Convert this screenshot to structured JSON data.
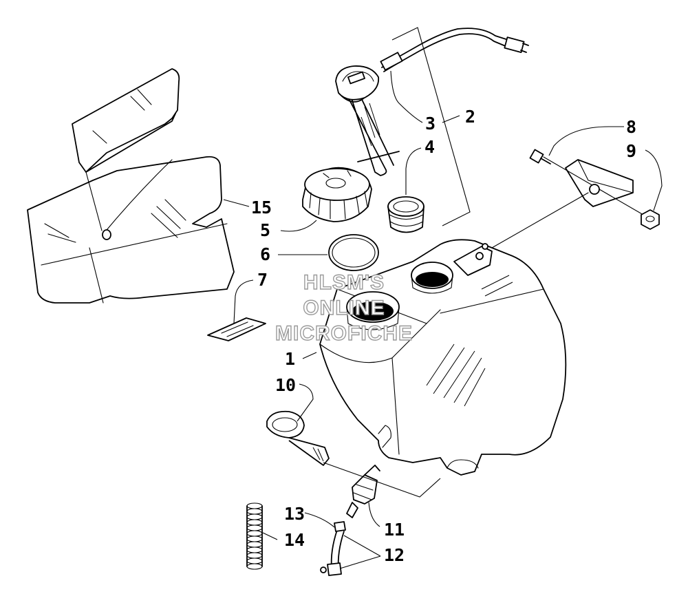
{
  "diagram": {
    "callouts": [
      {
        "id": "1",
        "part": "fuel-tank"
      },
      {
        "id": "2",
        "part": "fuel-gauge-assembly"
      },
      {
        "id": "3",
        "part": "gauge-sender"
      },
      {
        "id": "4",
        "part": "grommet"
      },
      {
        "id": "5",
        "part": "fuel-cap"
      },
      {
        "id": "6",
        "part": "o-ring"
      },
      {
        "id": "7",
        "part": "decal"
      },
      {
        "id": "8",
        "part": "cap-screw"
      },
      {
        "id": "9",
        "part": "lock-nut"
      },
      {
        "id": "10",
        "part": "strap"
      },
      {
        "id": "11",
        "part": "fitting"
      },
      {
        "id": "12",
        "part": "clamp"
      },
      {
        "id": "13",
        "part": "fuel-hose"
      },
      {
        "id": "14",
        "part": "spring"
      },
      {
        "id": "15",
        "part": "insulation-pad"
      }
    ],
    "watermark": {
      "line1": "HLSM'S",
      "line2": "ONLINE",
      "line3": "MICROFICHE"
    }
  }
}
